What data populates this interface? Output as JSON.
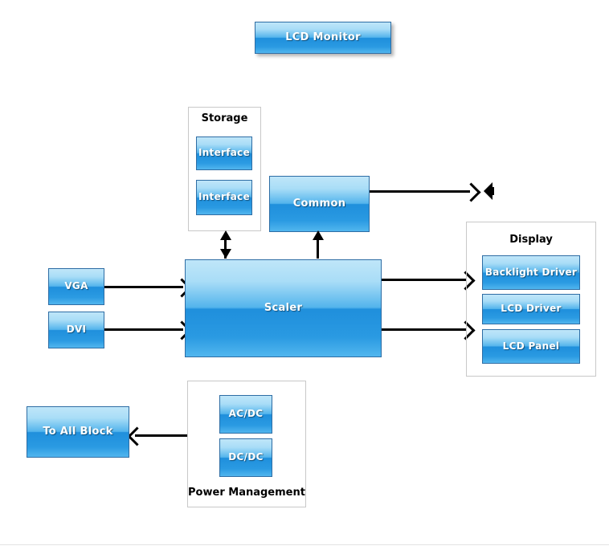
{
  "diagram": {
    "title_box": {
      "label": "LCD Monitor"
    },
    "groups": {
      "storage": {
        "label": "Storage"
      },
      "display": {
        "label": "Display"
      },
      "power": {
        "label": "Power Management"
      }
    },
    "nodes": {
      "interface_top": {
        "label": "Interface"
      },
      "interface_bottom": {
        "label": "Interface"
      },
      "common": {
        "label": "Common"
      },
      "vga": {
        "label": "VGA"
      },
      "dvi": {
        "label": "DVI"
      },
      "scaler": {
        "label": "Scaler"
      },
      "backlight_driver": {
        "label": "Backlight Driver"
      },
      "lcd_driver": {
        "label": "LCD Driver"
      },
      "lcd_panel": {
        "label": "LCD Panel"
      },
      "ac_dc": {
        "label": "AC/DC"
      },
      "dc_dc": {
        "label": "DC/DC"
      },
      "to_all_block": {
        "label": "To All Block"
      }
    },
    "icons": {
      "speaker": "speaker-icon"
    },
    "colors": {
      "node_border": "#2e6da4",
      "node_gradient_top": "#bfe6f9",
      "node_gradient_mid": "#1f8fdc",
      "group_border": "#c8c8c8",
      "connector": "#000000",
      "label_text": "#000000",
      "node_text": "#ffffff",
      "background": "#ffffff"
    }
  }
}
